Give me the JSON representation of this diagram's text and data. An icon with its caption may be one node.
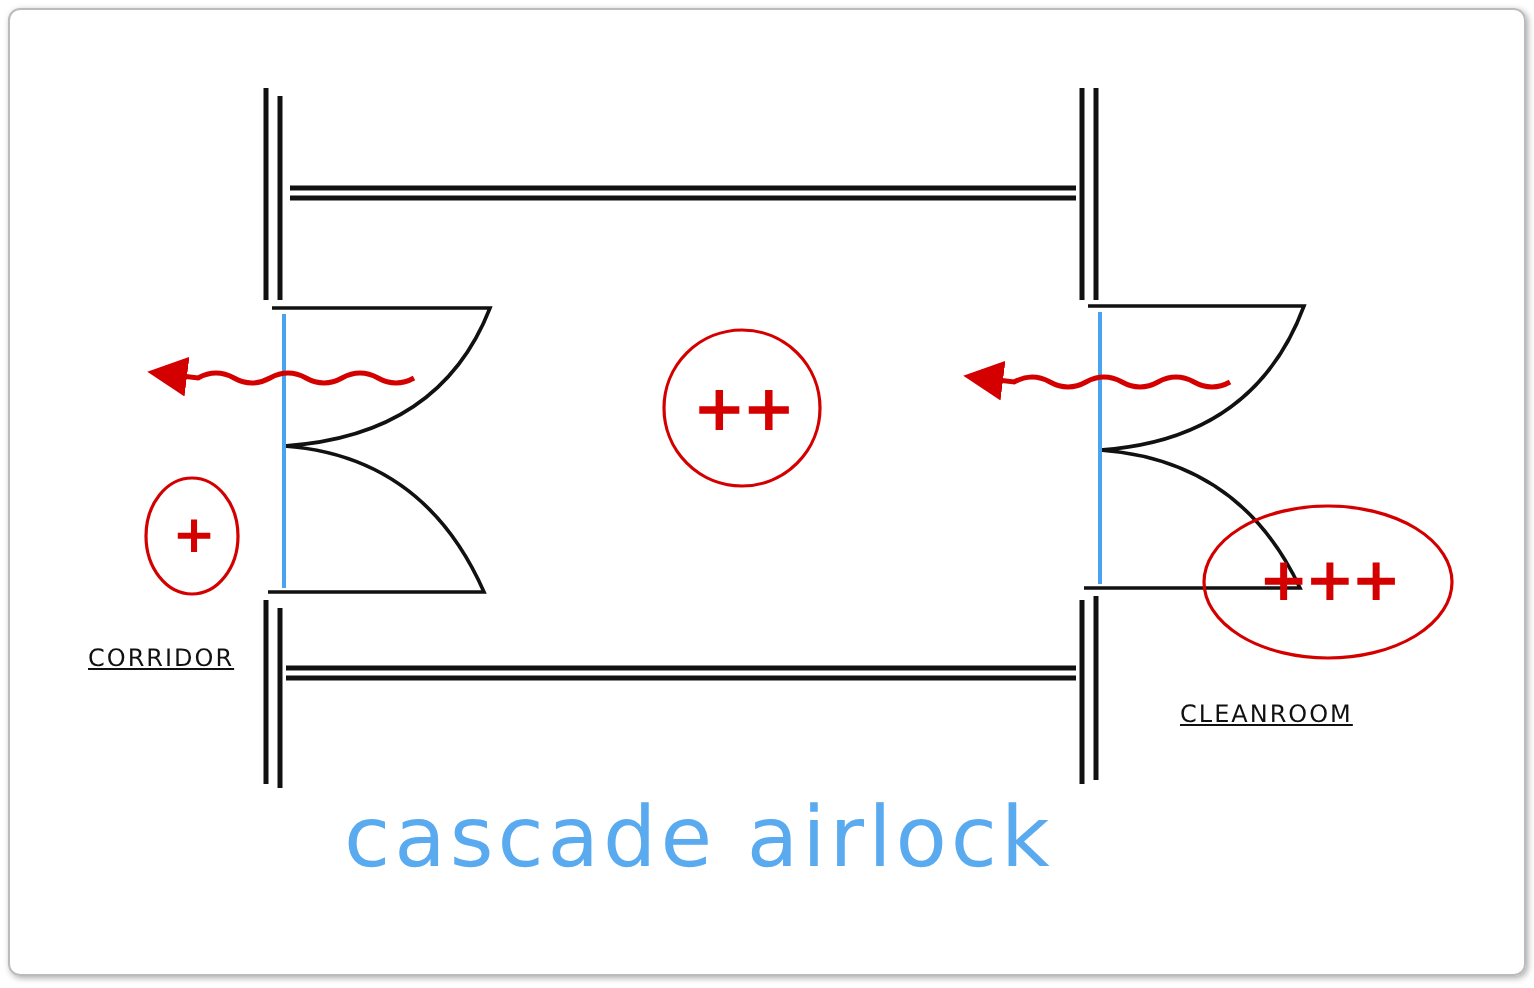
{
  "diagram": {
    "caption": "cascade airlock",
    "nodes": [
      {
        "text": [
          "+"
        ]
      },
      {
        "text": [
          "++"
        ]
      },
      {
        "text": [
          "+++"
        ]
      }
    ],
    "labels": [
      "CORRIDOR",
      "CLEANROOM"
    ]
  }
}
